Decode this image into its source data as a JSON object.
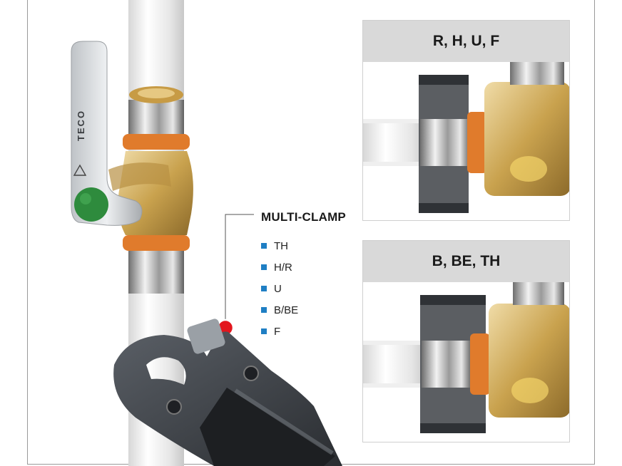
{
  "callout": {
    "title": "MULTI-CLAMP",
    "items": [
      "TH",
      "H/R",
      "U",
      "B/BE",
      "F"
    ]
  },
  "panels": [
    {
      "title": "R, H, U, F"
    },
    {
      "title": "B, BE, TH"
    }
  ],
  "valve": {
    "brand": "TECO"
  },
  "colors": {
    "pipe": "#eeeeee",
    "brass": "#d4a93a",
    "ring": "#e07b2c",
    "handle_knob": "#2e8b3d",
    "list_marker": "#1f7fc4",
    "callout_dot": "#e3161d",
    "panel_header": "#d9d9d9"
  }
}
